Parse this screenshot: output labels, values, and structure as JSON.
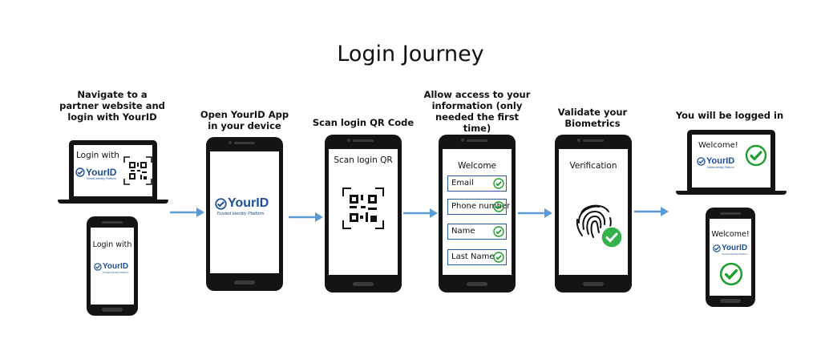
{
  "title": "Login Journey",
  "steps": [
    {
      "caption": [
        "Navigate to a",
        "partner website and",
        "login with YourID"
      ],
      "laptop_text": "Login with",
      "phone_text": "Login with"
    },
    {
      "caption": [
        "Open YourID App",
        "in your device"
      ]
    },
    {
      "caption": [
        "Scan login QR Code"
      ],
      "screen_text": "Scan login QR"
    },
    {
      "caption": [
        "Allow access to your",
        "information (only",
        "needed the first",
        "time)"
      ],
      "screen_title": "Welcome",
      "fields": [
        "Email",
        "Phone number",
        "Name",
        "Last Name"
      ]
    },
    {
      "caption": [
        "Validate your",
        "Biometrics"
      ],
      "screen_text": "Verification"
    },
    {
      "caption": [
        "You will be logged in"
      ],
      "laptop_text": "Welcome!",
      "phone_text": "Welcome!"
    }
  ],
  "logo": {
    "brand": "YourID",
    "tagline": "Trusted Identity Platform"
  },
  "colors": {
    "arrow": "#5b9bd5",
    "check": "#1e9e2e",
    "brand": "#1d4f96",
    "field_border": "#2a5aa6"
  },
  "icons": {
    "check": "check-circle-icon",
    "qr": "qr-code-icon",
    "fingerprint": "fingerprint-icon",
    "logo_mark": "check-shield-icon"
  }
}
